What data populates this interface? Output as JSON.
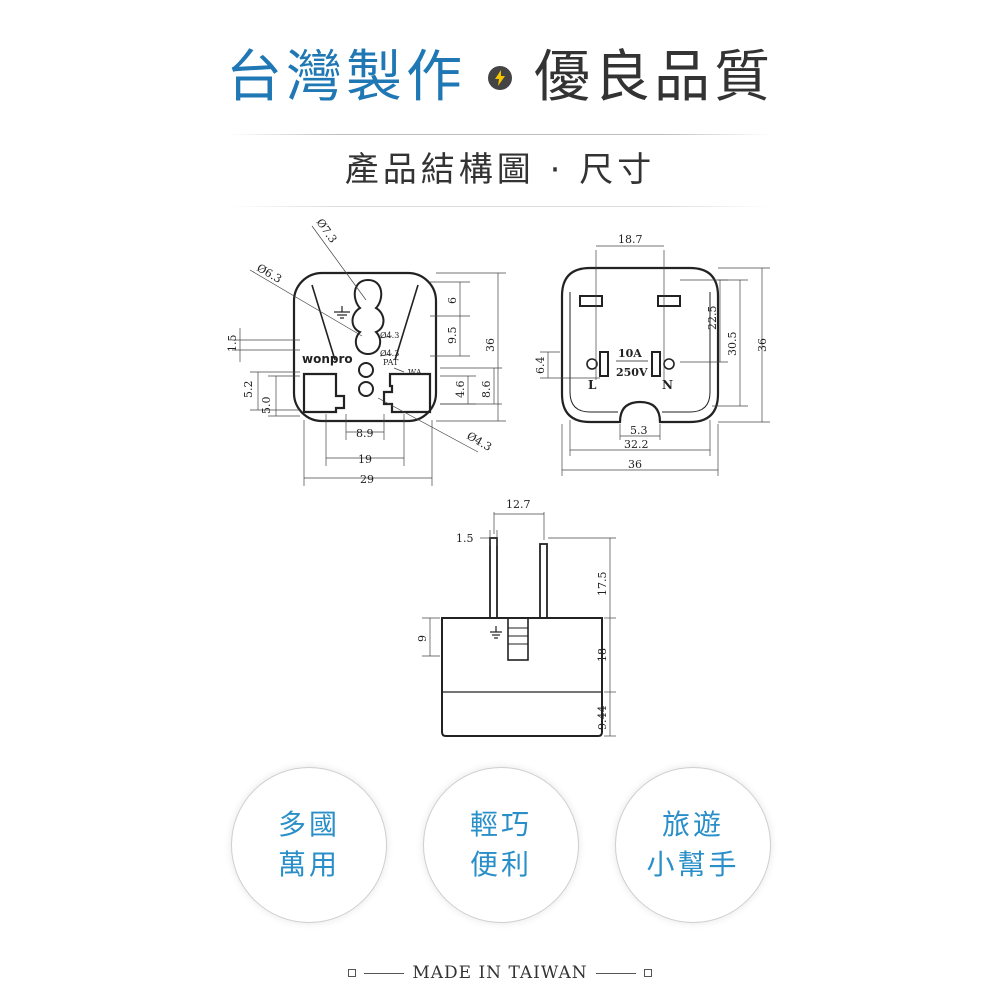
{
  "header": {
    "title_left": "台灣製作",
    "title_right": "優良品質",
    "badge_icon": "lightning-bolt-icon"
  },
  "section": {
    "subtitle": "產品結構圖 · 尺寸"
  },
  "front_view": {
    "brand": "wonpro",
    "dims": {
      "d73": "Ø7.3",
      "d63": "Ø6.3",
      "d43a": "Ø4.3",
      "d43b": "Ø4.3",
      "d43c": "Ø4.3",
      "v15": "1.5",
      "v52": "5.2",
      "v50": "5.0",
      "v6": "6",
      "v95": "9.5",
      "v36": "36",
      "v46": "4.6",
      "v86": "8.6",
      "h89": "8.9",
      "h19": "19",
      "h29": "29"
    },
    "marks": {
      "pat": "PAT",
      "wa": "WA"
    }
  },
  "rear_view": {
    "rating_current": "10A",
    "rating_voltage": "250V",
    "pin_l": "L",
    "pin_n": "N",
    "dims": {
      "h187": "18.7",
      "v225": "22.5",
      "v305": "30.5",
      "v36": "36",
      "v64": "6.4",
      "h53": "5.3",
      "h322": "32.2",
      "h36": "36"
    }
  },
  "side_view": {
    "dims": {
      "h127": "12.7",
      "h15": "1.5",
      "v175": "17.5",
      "v9": "9",
      "v18": "18",
      "v944": "9.44"
    }
  },
  "features": [
    {
      "line1": "多國",
      "line2": "萬用"
    },
    {
      "line1": "輕巧",
      "line2": "便利"
    },
    {
      "line1": "旅遊",
      "line2": "小幫手"
    }
  ],
  "footer": {
    "text": "MADE IN TAIWAN"
  }
}
